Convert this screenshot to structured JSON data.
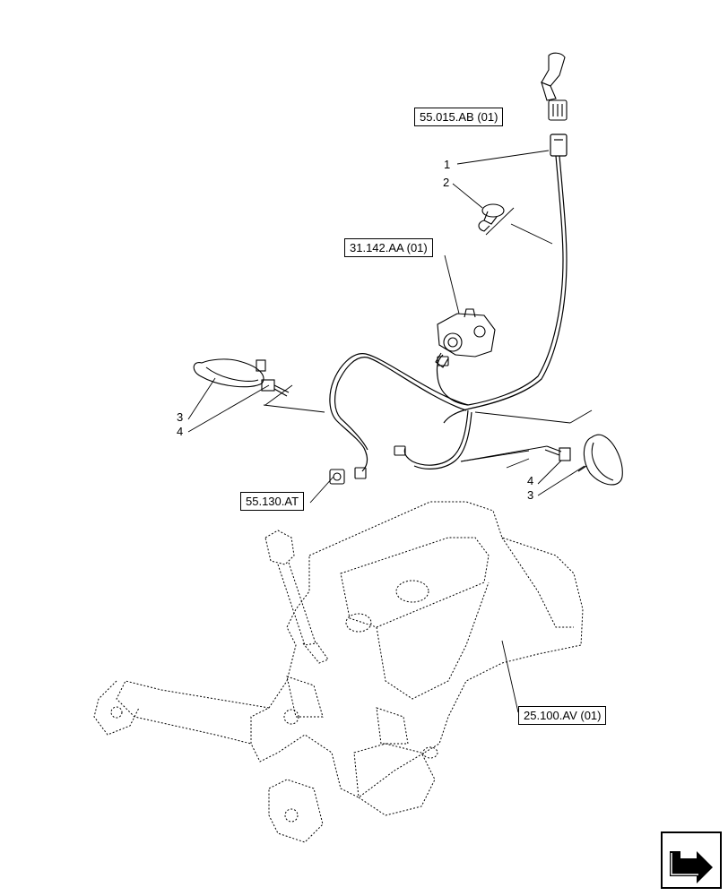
{
  "references": {
    "ab": "55.015.AB (01)",
    "aa": "31.142.AA (01)",
    "at": "55.130.AT",
    "av": "25.100.AV (01)"
  },
  "callouts": {
    "c1": "1",
    "c2": "2",
    "c3_left": "3",
    "c4_left": "4",
    "c4_right": "4",
    "c3_right": "3"
  },
  "colors": {
    "line": "#000000",
    "background": "#ffffff"
  },
  "icons": {
    "nav": "next-page-arrow-icon"
  }
}
